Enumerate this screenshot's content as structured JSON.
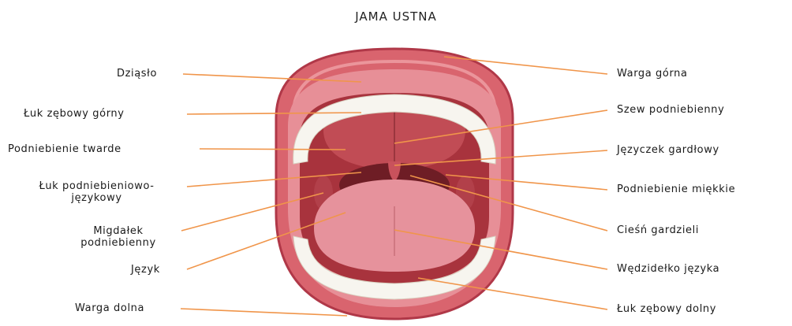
{
  "title": "JAMA USTNA",
  "labels": {
    "dziaslo": "Dziąsło",
    "luk_gorny": "Łuk zębowy górny",
    "podniebienie_twarde": "Podniebienie twarde",
    "luk_pj_1": "Łuk podniebieniowo-",
    "luk_pj_2": "językowy",
    "migdalek_1": "Migdałek",
    "migdalek_2": "podniebienny",
    "jezyk": "Język",
    "warga_dolna": "Warga dolna",
    "warga_gorna": "Warga górna",
    "szew": "Szew podniebienny",
    "jezyczek": "Języczek gardłowy",
    "podniebienie_miekkie": "Podniebienie miękkie",
    "ciesn": "Cieśń gardzieli",
    "wedzidelko": "Wędzidełko języka",
    "luk_dolny": "Łuk zębowy dolny"
  },
  "colors": {
    "leader": "#f0954a",
    "lip": "#d9646e",
    "lip_dark": "#b03848",
    "gum": "#e78f97",
    "palate": "#c14c55",
    "throat": "#6e1d25",
    "tongue": "#e6929c",
    "teeth": "#f7f5ef"
  }
}
